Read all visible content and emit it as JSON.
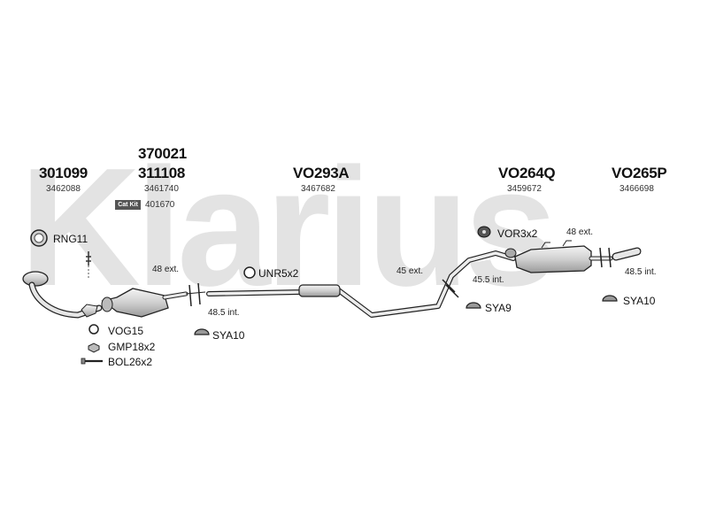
{
  "watermark": {
    "text": "Klarius"
  },
  "catkit_badge": "Cat Kit",
  "groups": [
    {
      "id": "g1",
      "codes": [
        "301099"
      ],
      "sub": "3462088"
    },
    {
      "id": "g2",
      "codes": [
        "370021",
        "311108"
      ],
      "sub": "3461740"
    },
    {
      "id": "g3",
      "codes": [
        "VO293A"
      ],
      "sub": "3467682"
    },
    {
      "id": "g4",
      "codes": [
        "VO264Q"
      ],
      "sub": "3459672"
    },
    {
      "id": "g5",
      "codes": [
        "VO265P"
      ],
      "sub": "3466698"
    }
  ],
  "catkit_number": "401670",
  "parts": {
    "rng": "RNG11",
    "unr": "UNR5x2",
    "vor": "VOR3x2",
    "vog": "VOG15",
    "gmp": "GMP18x2",
    "bol": "BOL26x2",
    "sya_a": "SYA10",
    "sya_b": "SYA9",
    "sya_c": "SYA10"
  },
  "dimensions": {
    "d1": "48 ext.",
    "d2": "48.5 int.",
    "d3": "45 ext.",
    "d4": "45.5 int.",
    "d5": "48 ext.",
    "d6": "48.5 int."
  }
}
